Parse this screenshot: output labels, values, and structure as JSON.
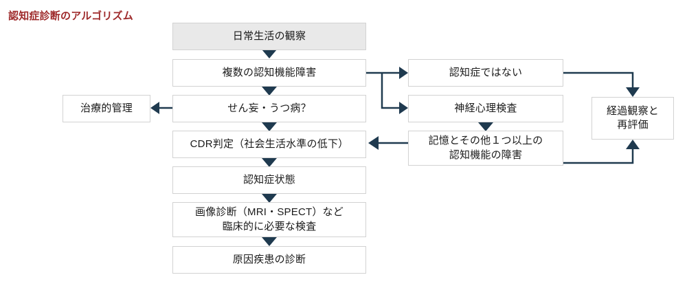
{
  "title": "認知症診断のアルゴリズム",
  "colors": {
    "title": "#9e2a2b",
    "arrow": "#1f3a4f",
    "box_border": "#d2d2d2",
    "box_fill": "#ffffff",
    "box_fill_shaded": "#e9e9e9",
    "text": "#1a1a1a",
    "background": "#ffffff"
  },
  "nodes": {
    "daily_observation": {
      "label": "日常生活の観察"
    },
    "multiple_cognitive_impairment": {
      "label": "複数の認知機能障害"
    },
    "delirium_depression": {
      "label": "せん妄・うつ病？"
    },
    "cdr_judgement": {
      "label": "CDR判定（社会生活水準の低下）"
    },
    "dementia_state": {
      "label": "認知症状態"
    },
    "imaging_diagnosis_line1": {
      "label": "画像診断（MRI・SPECT）など"
    },
    "imaging_diagnosis_line2": {
      "label": "臨床的に必要な検査"
    },
    "causal_disease_diagnosis": {
      "label": "原因疾患の診断"
    },
    "therapeutic_management": {
      "label": "治療的管理"
    },
    "not_dementia": {
      "label": "認知症ではない"
    },
    "neuropsychological_test": {
      "label": "神経心理検査"
    },
    "memory_impairment_line1": {
      "label": "記憶とその他１つ以上の"
    },
    "memory_impairment_line2": {
      "label": "認知機能の障害"
    },
    "followup_reevaluation_line1": {
      "label": "経過観察と"
    },
    "followup_reevaluation_line2": {
      "label": "再評価"
    }
  },
  "edges": [
    {
      "name": "daily-observation-to-multiple-impairment",
      "from": "daily_observation",
      "to": "multiple_cognitive_impairment",
      "direction": "down"
    },
    {
      "name": "multiple-impairment-to-delirium",
      "from": "multiple_cognitive_impairment",
      "to": "delirium_depression",
      "direction": "down"
    },
    {
      "name": "delirium-to-cdr",
      "from": "delirium_depression",
      "to": "cdr_judgement",
      "direction": "down"
    },
    {
      "name": "cdr-to-dementia-state",
      "from": "cdr_judgement",
      "to": "dementia_state",
      "direction": "down"
    },
    {
      "name": "dementia-state-to-imaging",
      "from": "dementia_state",
      "to": "imaging_diagnosis_line1",
      "direction": "down"
    },
    {
      "name": "imaging-to-causal-diagnosis",
      "from": "imaging_diagnosis_line1",
      "to": "causal_disease_diagnosis",
      "direction": "down"
    },
    {
      "name": "delirium-to-therapeutic-management",
      "from": "delirium_depression",
      "to": "therapeutic_management",
      "direction": "left"
    },
    {
      "name": "multiple-impairment-to-not-dementia",
      "from": "multiple_cognitive_impairment",
      "to": "not_dementia",
      "direction": "right"
    },
    {
      "name": "multiple-impairment-to-neuropsych-test",
      "from": "multiple_cognitive_impairment",
      "to": "neuropsychological_test",
      "direction": "right-down"
    },
    {
      "name": "neuropsych-test-to-memory-impairment",
      "from": "neuropsychological_test",
      "to": "memory_impairment_line1",
      "direction": "down"
    },
    {
      "name": "memory-impairment-to-cdr",
      "from": "memory_impairment_line1",
      "to": "cdr_judgement",
      "direction": "left"
    },
    {
      "name": "not-dementia-to-followup",
      "from": "not_dementia",
      "to": "followup_reevaluation_line1",
      "direction": "right-down"
    },
    {
      "name": "memory-impairment-to-followup",
      "from": "memory_impairment_line1",
      "to": "followup_reevaluation_line1",
      "direction": "right-up"
    }
  ]
}
